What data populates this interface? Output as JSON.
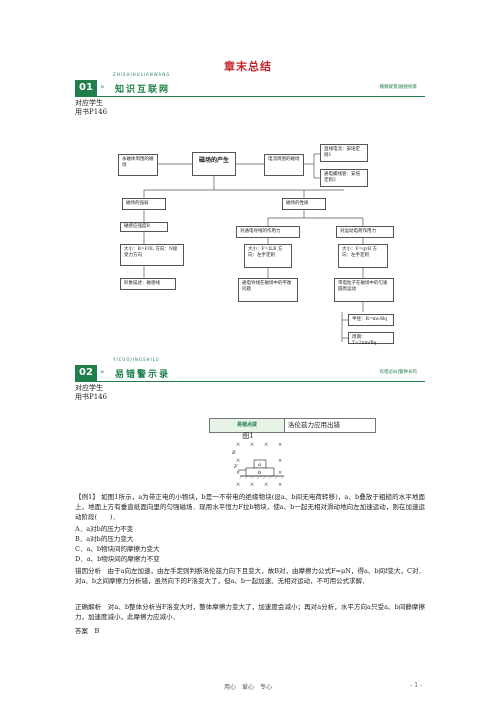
{
  "page_title": "章末总结",
  "section1": {
    "num": "01",
    "pinyin": "ZHISHIHULIANWANG",
    "label": "知识互联网",
    "right": "橫察縱景|融搜统筹"
  },
  "section1_ref": {
    "line1": "对应学生",
    "line2": "用书P146"
  },
  "diagram": {
    "root": "磁场的产生",
    "left_top": "永磁体周围的磁场",
    "right_top": "电流周围的磁场",
    "wire": "直线电流：安培定则1",
    "coil": "通电螺线管：安培定则2",
    "strength": "磁场的强弱",
    "nature": "磁场的性质",
    "B_title": "磁感应强度B",
    "B_formula": "大小：B=F/IL 方向：N极受力方向",
    "image": "形象描述：磁感线",
    "ampere_title": "对通电导线的作用力",
    "ampere_formula": "大小：F=ILB 方向：左手定则",
    "ampere_app": "通电导线在磁场中的平衡问题",
    "lorentz_title": "对运动电荷作用力",
    "lorentz_formula": "大小：F=qvB 方向：左手定则",
    "lorentz_app": "带电粒子在磁场中的匀速圆周运动",
    "radius": "半径：R=mv/Bq",
    "period": "周期：T=2πm/Bq"
  },
  "section2": {
    "num": "02",
    "pinyin": "YICUOJINGSHILU",
    "label": "易错警示录",
    "right": "有错必纠|警钟长鸣"
  },
  "section2_ref": {
    "line1": "对应学生",
    "line2": "用书P146"
  },
  "warning": {
    "tag": "易错点拨",
    "text": "洛伦兹力应用出错"
  },
  "figure_caption": "图1",
  "figure_labels": {
    "B": "B",
    "F": "F",
    "a": "a",
    "b": "b"
  },
  "example": "【例1】 如图1所示，a为带正电的小物块，b是一不带电的绝缘物块(设a、b间无电荷转移)，a、b叠放于粗糙的水平地面上，地面上方有垂直纸面向里的匀强磁场．现用水平恒力F拉b物块，使a、b一起无相对滑动地向左加速运动，则在加速运动阶段(　　)．",
  "options": [
    "A．a对b的压力不变",
    "B．a对b的压力变大",
    "C．a、b物块间的摩擦力变大",
    "D．a、b物块间的摩擦力不变"
  ],
  "wrong_analysis": "错因分析　由于a向左加速，由左手定则判断洛伦兹力向下且变大，故B对，由摩擦力公式F=μN，得a、b间f变大，C对．对a、b之间摩擦力分析错，虽然向下的F洛变大了，但a、b一起加速、无相对运动，不可用公式求解．",
  "correct_analysis": "正确解析　对a、b整体分析当F洛变大时，整体摩擦力变大了，加速度会减小；再对a分析，水平方向a只受a、b间静摩擦力，加速度减小，此摩擦力应减小．",
  "answer": "答案　B",
  "footer_center": "用心　爱心　专心",
  "footer_page": "- 1 -"
}
